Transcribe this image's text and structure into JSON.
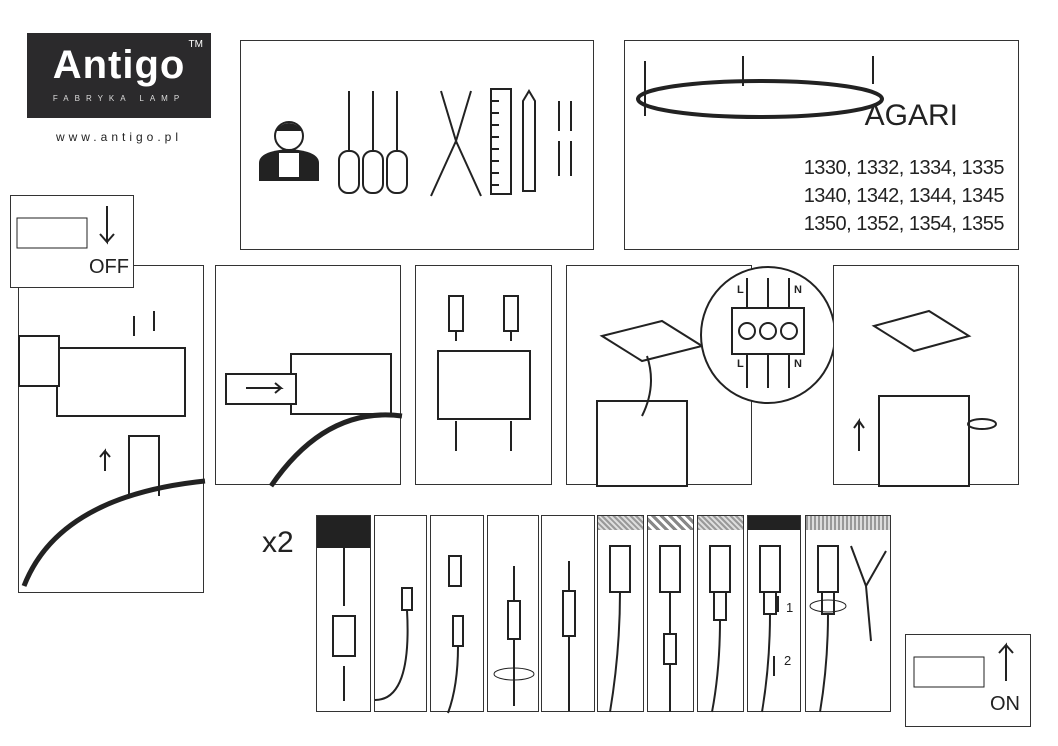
{
  "brand": {
    "name": "Antigo",
    "trademark": "TM",
    "tagline": "FABRYKA LAMP",
    "website": "www.antigo.pl"
  },
  "product": {
    "name": "AGARI",
    "model_codes": [
      "1330, 1332, 1334, 1335",
      "1340, 1342, 1344, 1345",
      "1350, 1352, 1354, 1355"
    ]
  },
  "steps": {
    "power_off_label": "OFF",
    "power_on_label": "ON",
    "quantity_label": "x2",
    "wiring_labels": {
      "live": "L",
      "neutral": "N"
    },
    "sequence_labels": [
      "1",
      "2"
    ]
  },
  "colors": {
    "logo_bg": "#2b2a2c",
    "ink": "#222222"
  }
}
